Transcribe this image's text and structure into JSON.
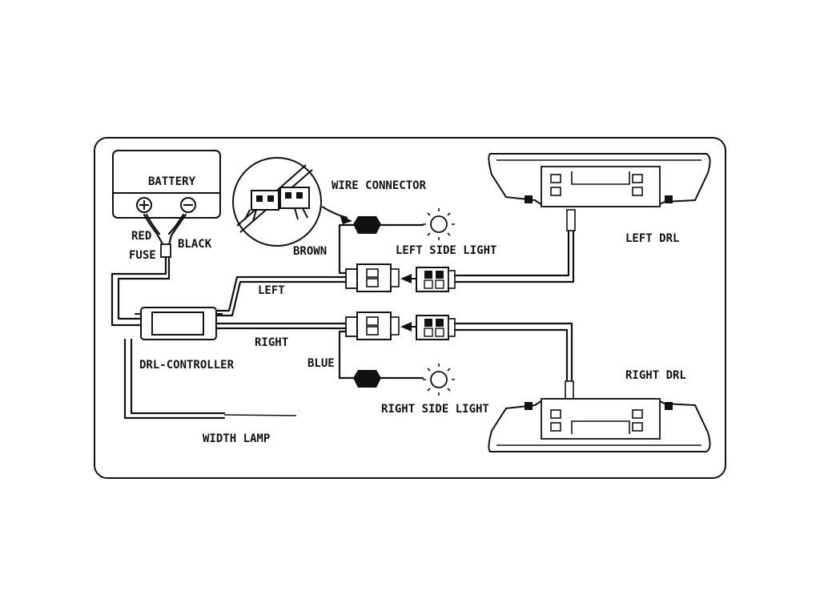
{
  "diagram": {
    "battery": {
      "label": "BATTERY",
      "positive_icon": "plus-icon",
      "negative_icon": "minus-icon"
    },
    "wires": {
      "red": "RED",
      "black": "BLACK",
      "fuse": "FUSE",
      "brown": "BROWN",
      "left": "LEFT",
      "right": "RIGHT",
      "blue": "BLUE"
    },
    "controller": "DRL-CONTROLLER",
    "wire_connector": "WIRE CONNECTOR",
    "left_side_light": "LEFT SIDE LIGHT",
    "right_side_light": "RIGHT SIDE LIGHT",
    "left_drl": "LEFT DRL",
    "right_drl": "RIGHT DRL",
    "width_lamp": "WIDTH  LAMP",
    "icons": [
      "plus-icon",
      "minus-icon",
      "bulb-icon",
      "arrow-icon",
      "connector-icon",
      "drl-lamp-icon",
      "magnifier-icon"
    ]
  }
}
